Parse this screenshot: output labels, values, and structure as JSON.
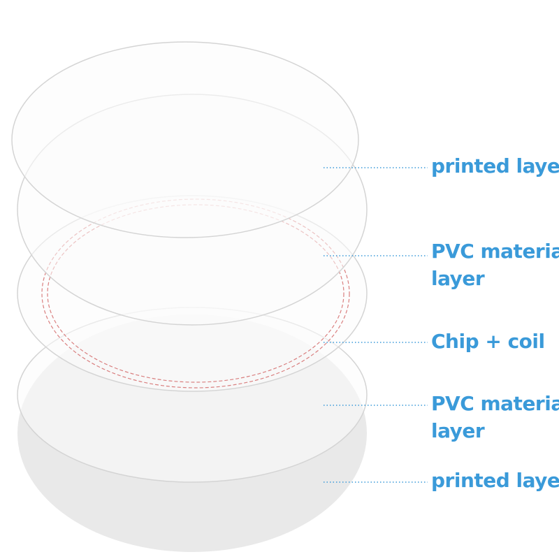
{
  "colors": {
    "label": "#3a9ad9",
    "leader": "#3a9ad9",
    "disc_outline": "#d4d4d4",
    "disc_fill": "#fbfbfb",
    "bottom_disc_fill": "#e9e9e9",
    "coil": "#d36a6a"
  },
  "layers": [
    {
      "label_lines": [
        "printed layer"
      ]
    },
    {
      "label_lines": [
        "PVC material",
        "layer"
      ]
    },
    {
      "label_lines": [
        "Chip + coil"
      ]
    },
    {
      "label_lines": [
        "PVC material",
        "layer"
      ]
    },
    {
      "label_lines": [
        "printed layer"
      ]
    }
  ]
}
